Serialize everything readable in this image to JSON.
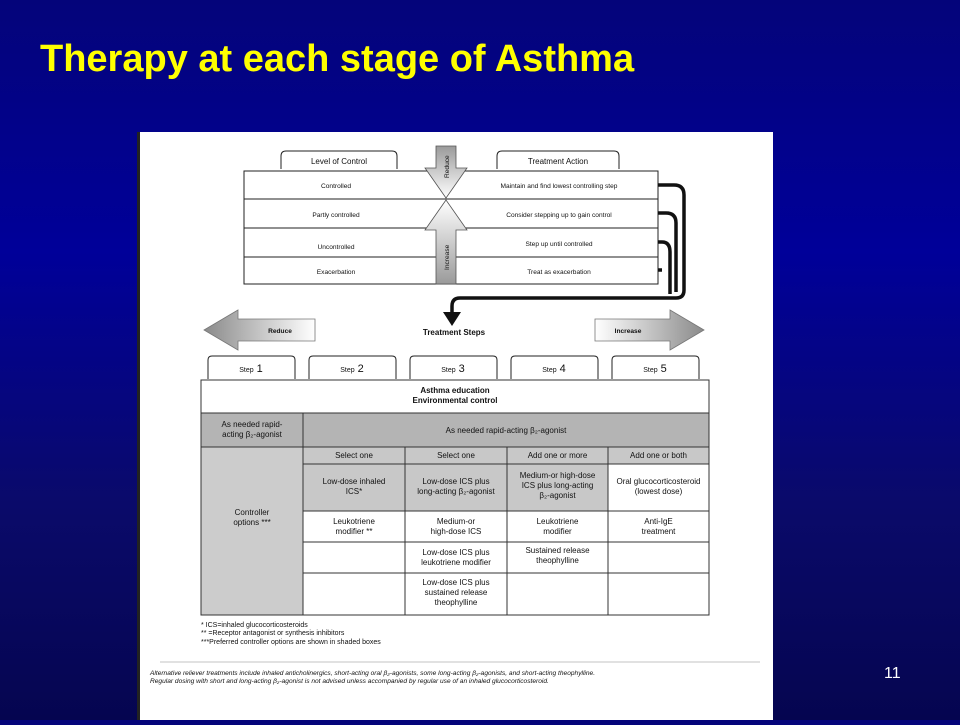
{
  "slide": {
    "title": "Therapy at each stage of Asthma",
    "number": "11"
  },
  "control_table": {
    "level_header": "Level of Control",
    "action_header": "Treatment Action",
    "rows": [
      {
        "level": "Controlled",
        "action": "Maintain and find lowest controlling step"
      },
      {
        "level": "Partly controlled",
        "action": "Consider stepping up to gain control"
      },
      {
        "level": "Uncontrolled",
        "action": "Step up until controlled"
      },
      {
        "level": "Exacerbation",
        "action": "Treat as exacerbation"
      }
    ],
    "reduce_arrow": "Reduce",
    "increase_arrow": "Increase"
  },
  "treatment_steps": {
    "title": "Treatment Steps",
    "reduce": "Reduce",
    "increase": "Increase",
    "step_prefix": "Step",
    "steps": [
      "1",
      "2",
      "3",
      "4",
      "5"
    ]
  },
  "steps_table": {
    "education": [
      "Asthma education",
      "Environmental control"
    ],
    "reliever_label": [
      "As needed rapid-",
      "acting β₂-agonist"
    ],
    "reliever_all": "As needed rapid-acting β₂-agonist",
    "controller_label": [
      "Controller",
      "options"
    ],
    "controller_marker": "***",
    "selectors": [
      "Select one",
      "Select one",
      "Add one or more",
      "Add one or both"
    ],
    "cells": {
      "r1": [
        [
          "Low-dose inhaled",
          "ICS*"
        ],
        [
          "Low-dose ICS plus",
          "long-acting β₂-agonist"
        ],
        [
          "Medium-or high-dose",
          "ICS plus long-acting",
          "β₂-agonist"
        ],
        [
          "Oral glucocorticosteroid",
          "(lowest dose)"
        ]
      ],
      "r2": [
        [
          "Leukotriene",
          "modifier **"
        ],
        [
          "Medium-or",
          "high-dose ICS"
        ],
        [
          "Leukotriene",
          "modifier"
        ],
        [
          "Anti-IgE",
          "treatment"
        ]
      ],
      "r3": [
        [],
        [
          "Low-dose ICS plus",
          "leukotriene modifier"
        ],
        [
          "Sustained release",
          "theophylline"
        ],
        []
      ],
      "r4": [
        [],
        [
          "Low-dose ICS plus",
          "sustained release",
          "theophylline"
        ],
        [],
        []
      ]
    }
  },
  "footnotes": [
    "* ICS=inhaled glucocorticosteroids",
    "** =Receptor antagonist or synthesis inhibitors",
    "***Preferred controller options are shown in shaded boxes"
  ],
  "bottom_notes": [
    "Alternative reliever treatments include inhaled anticholinergics, short-acting oral β₂-agonists, some long-acting β₂-agonists, and short-acting theophylline.",
    "Regular dosing with short and long-acting β₂-agonist is not advised unless accompanied by regular use of an inhaled glucocorticosteroid."
  ],
  "colors": {
    "background": "#000099",
    "title": "#ffff00",
    "shade": "#c8c8c8",
    "shade_dark": "#aaaaaa"
  }
}
